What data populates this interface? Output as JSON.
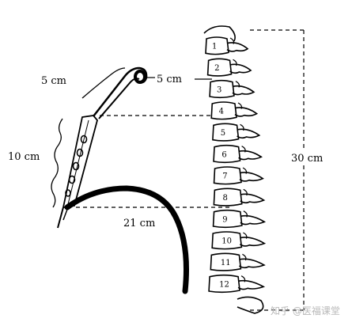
{
  "labels": {
    "tube_tip": "5 cm",
    "mouth_gap": "5 cm",
    "neck_length": "10 cm",
    "chest_length": "21 cm",
    "spine_length": "30 cm"
  },
  "vertebrae": [
    "1",
    "2",
    "3",
    "4",
    "5",
    "6",
    "7",
    "8",
    "9",
    "10",
    "11",
    "12"
  ],
  "watermark": "知乎 @医福课堂"
}
